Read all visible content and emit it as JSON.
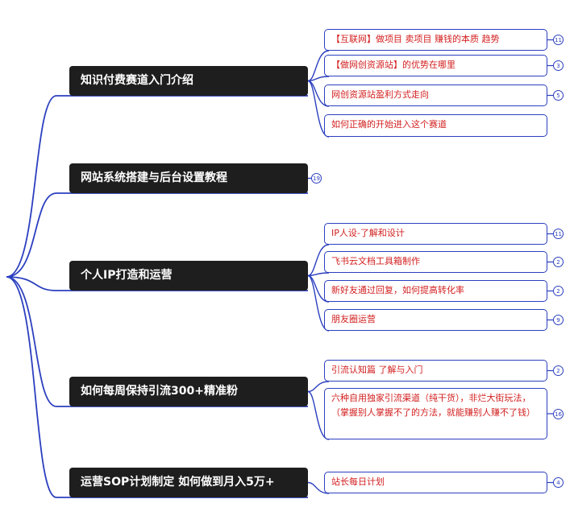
{
  "theme": {
    "main_bg": "#1e1e1e",
    "main_text": "#ffffff",
    "line": "#2b3fbf",
    "sub_text": "#d32020"
  },
  "branches": [
    {
      "label": "知识付费赛道入门介绍",
      "children": [
        {
          "label": "【互联网】做项目 卖项目 赚钱的本质 趋势",
          "count": "11"
        },
        {
          "label": "【做网创资源站】的优势在哪里",
          "count": "3"
        },
        {
          "label": "网创资源站盈利方式走向",
          "count": "5"
        },
        {
          "label": "如何正确的开始进入这个赛道",
          "count": ""
        }
      ]
    },
    {
      "label": "网站系统搭建与后台设置教程",
      "count": "19",
      "children": []
    },
    {
      "label": "个人IP打造和运营",
      "children": [
        {
          "label": "IP人设-了解和设计",
          "count": "11"
        },
        {
          "label": "飞书云文档工具箱制作",
          "count": "2"
        },
        {
          "label": "新好友通过回复，如何提高转化率",
          "count": "2"
        },
        {
          "label": "朋友圈运营",
          "count": "9"
        }
      ]
    },
    {
      "label": "如何每周保持引流300+精准粉",
      "children": [
        {
          "label": "引流认知篇  了解与入门",
          "count": "2"
        },
        {
          "label": "六种自用独家引流渠道（纯干货），非烂大街玩法，（掌握别人掌握不了的方法，就能赚别人赚不了钱）",
          "count": "16"
        }
      ]
    },
    {
      "label": "运营SOP计划制定 如何做到月入5万+",
      "children": [
        {
          "label": "站长每日计划",
          "count": "4"
        }
      ]
    }
  ]
}
